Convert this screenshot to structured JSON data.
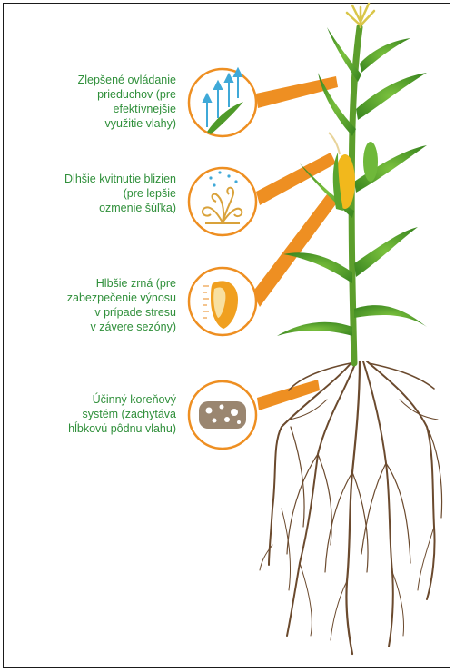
{
  "callouts": [
    {
      "icon": "stomata-arrows-icon",
      "lines": [
        "Zlepšené ovládanie",
        "prieduchov (pre",
        "efektívnejšie",
        "využitie vlahy)"
      ]
    },
    {
      "icon": "silk-flowering-icon",
      "lines": [
        "Dlhšie kvitnutie blizien",
        "(pre lepšie",
        "ozmenie šúľka)"
      ]
    },
    {
      "icon": "corn-kernel-icon",
      "lines": [
        "Hlbšie zrná (pre",
        "zabezpečenie výnosu",
        "v prípade stresu",
        "v závere sezóny)"
      ]
    },
    {
      "icon": "soil-moisture-icon",
      "lines": [
        "Účinný koreňový",
        "systém (zachytáva",
        "hĺbkovú pôdnu vlahu)"
      ]
    }
  ],
  "colors": {
    "label_green": "#2f8f3a",
    "callout_orange": "#e88a1c",
    "plant_green": "#4f9a2a",
    "root_brown": "#6b4a2e"
  }
}
